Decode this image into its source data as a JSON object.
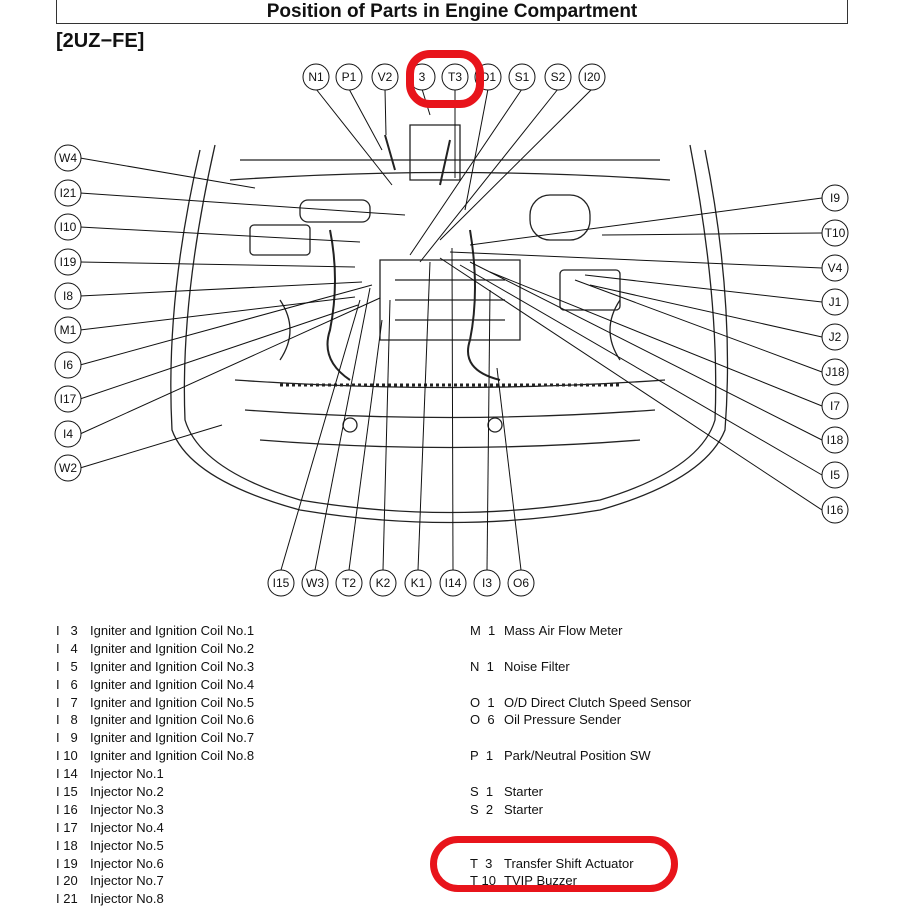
{
  "header": {
    "title": "Position of Parts in Engine Compartment",
    "model": "[2UZ−FE]"
  },
  "callouts": {
    "top": [
      "N1",
      "P1",
      "V2",
      "3",
      "T3",
      "O1",
      "S1",
      "S2",
      "I20"
    ],
    "left": [
      "W4",
      "I21",
      "I10",
      "I19",
      "I8",
      "M1",
      "I6",
      "I17",
      "I4",
      "W2"
    ],
    "right": [
      "I9",
      "T10",
      "V4",
      "J1",
      "J2",
      "J18",
      "I7",
      "I18",
      "I5",
      "I16"
    ],
    "bottom": [
      "I15",
      "W3",
      "T2",
      "K2",
      "K1",
      "I14",
      "I3",
      "O6"
    ]
  },
  "legend_left": [
    {
      "code": "I   3",
      "name": "Igniter and Ignition Coil No.1"
    },
    {
      "code": "I   4",
      "name": "Igniter and Ignition Coil No.2"
    },
    {
      "code": "I   5",
      "name": "Igniter and Ignition Coil No.3"
    },
    {
      "code": "I   6",
      "name": "Igniter and Ignition Coil No.4"
    },
    {
      "code": "I   7",
      "name": "Igniter and Ignition Coil No.5"
    },
    {
      "code": "I   8",
      "name": "Igniter and Ignition Coil No.6"
    },
    {
      "code": "I   9",
      "name": "Igniter and Ignition Coil No.7"
    },
    {
      "code": "I 10",
      "name": "Igniter and Ignition Coil No.8"
    },
    {
      "code": "I 14",
      "name": "Injector No.1"
    },
    {
      "code": "I 15",
      "name": "Injector No.2"
    },
    {
      "code": "I 16",
      "name": "Injector No.3"
    },
    {
      "code": "I 17",
      "name": "Injector No.4"
    },
    {
      "code": "I 18",
      "name": "Injector No.5"
    },
    {
      "code": "I 19",
      "name": "Injector No.6"
    },
    {
      "code": "I 20",
      "name": "Injector No.7"
    },
    {
      "code": "I 21",
      "name": "Injector No.8"
    }
  ],
  "legend_right": [
    {
      "code": "M  1",
      "name": "Mass Air Flow Meter"
    },
    {
      "gap": true
    },
    {
      "code": "N  1",
      "name": "Noise Filter"
    },
    {
      "gap": true
    },
    {
      "code": "O  1",
      "name": "O/D Direct Clutch Speed Sensor"
    },
    {
      "code": "O  6",
      "name": "Oil Pressure Sender"
    },
    {
      "gap": true
    },
    {
      "code": "P  1",
      "name": "Park/Neutral Position SW"
    },
    {
      "gap": true
    },
    {
      "code": "S  1",
      "name": "Starter"
    },
    {
      "code": "S  2",
      "name": "Starter"
    },
    {
      "gap": true
    },
    {
      "gap": true
    },
    {
      "code": "T  3",
      "name": "Transfer Shift Actuator"
    },
    {
      "code": "T 10",
      "name": "TVIP Buzzer"
    }
  ],
  "colors": {
    "annotation": "#e8141b",
    "ink": "#111111"
  }
}
